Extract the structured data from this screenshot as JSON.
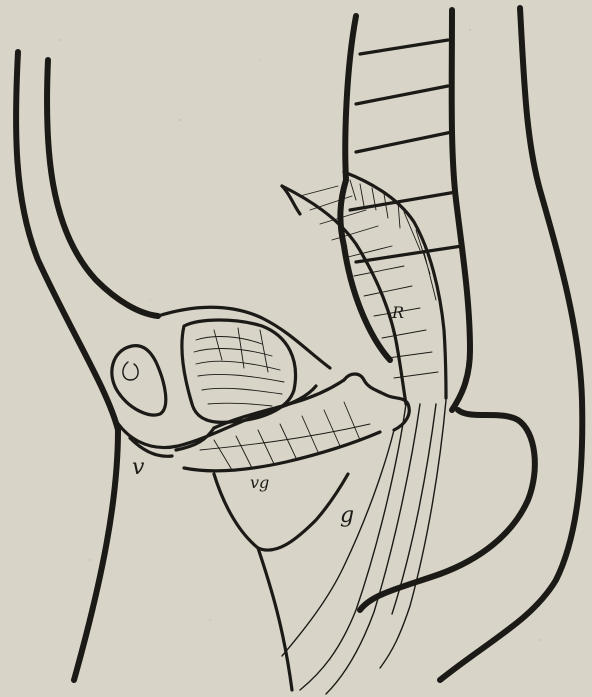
{
  "figure": {
    "labels": {
      "v": "v",
      "vg": "vg",
      "r": "R",
      "g": "g"
    },
    "colors": {
      "paper": "#d8d4c7",
      "ink": "#1c1a17"
    }
  }
}
